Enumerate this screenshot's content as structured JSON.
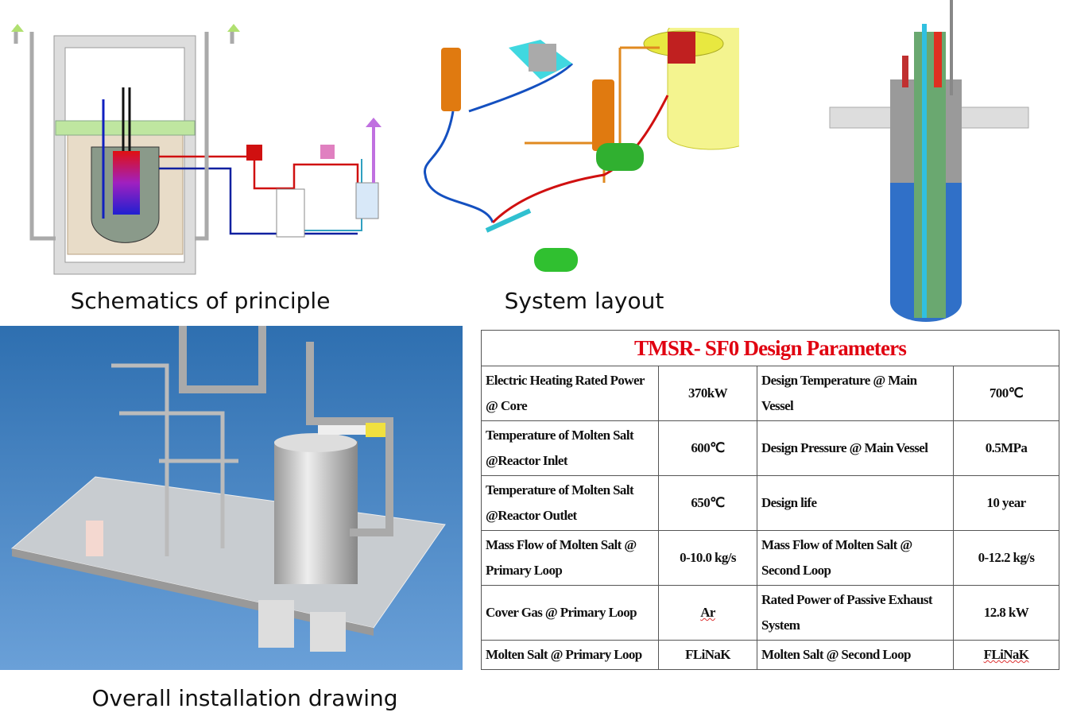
{
  "captions": {
    "schematics": "Schematics of principle",
    "system_layout": "System layout",
    "installation": "Overall installation drawing"
  },
  "table": {
    "title": "TMSR- SF0  Design Parameters",
    "rows": [
      {
        "p1": "Electric Heating Rated Power @ Core",
        "v1": "370kW",
        "p2": "Design Temperature @ Main Vessel",
        "v2": "700℃"
      },
      {
        "p1": "Temperature of Molten Salt @Reactor Inlet",
        "v1": "600℃",
        "p2": "Design Pressure @ Main Vessel",
        "v2": "0.5MPa"
      },
      {
        "p1": "Temperature of Molten Salt @Reactor Outlet",
        "v1": "650℃",
        "p2": "Design life",
        "v2": "10 year"
      },
      {
        "p1": "Mass Flow of Molten Salt @ Primary Loop",
        "v1": "0-10.0 kg/s",
        "p2": "Mass Flow of Molten Salt @ Second Loop",
        "v2": "0-12.2 kg/s"
      },
      {
        "p1": "Cover Gas @ Primary Loop",
        "v1": "Ar",
        "p2": "Rated Power of Passive Exhaust System",
        "v2": "12.8 kW"
      },
      {
        "p1": "Molten Salt @ Primary Loop",
        "v1": "FLiNaK",
        "p2": "Molten Salt @ Second Loop",
        "v2": "FLiNaK"
      }
    ]
  },
  "colors": {
    "title_red": "#e00010",
    "primary_loop": "#d01010",
    "secondary_loop": "#1030b0",
    "install_bg": "#3f7fc0"
  }
}
